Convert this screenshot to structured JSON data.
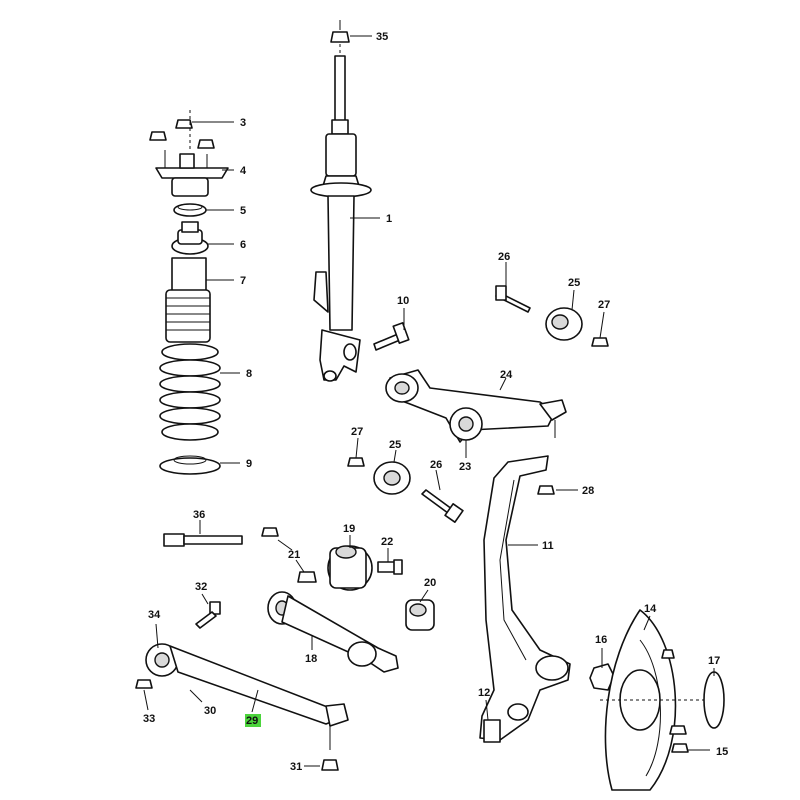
{
  "diagram": {
    "highlight_color": "#4cd43c",
    "highlighted_callout": "29",
    "callouts": {
      "c1": "1",
      "c3": "3",
      "c4": "4",
      "c5": "5",
      "c6": "6",
      "c7": "7",
      "c8": "8",
      "c9": "9",
      "c10": "10",
      "c11": "11",
      "c12": "12",
      "c14": "14",
      "c15": "15",
      "c16": "16",
      "c17": "17",
      "c18": "18",
      "c19": "19",
      "c20": "20",
      "c21": "21",
      "c22": "22",
      "c23": "23",
      "c24": "24",
      "c25a": "25",
      "c25b": "25",
      "c26a": "26",
      "c26b": "26",
      "c27a": "27",
      "c27b": "27",
      "c28": "28",
      "c29": "29",
      "c30": "30",
      "c31": "31",
      "c32": "32",
      "c33": "33",
      "c34": "34",
      "c35": "35",
      "c36": "36"
    }
  }
}
